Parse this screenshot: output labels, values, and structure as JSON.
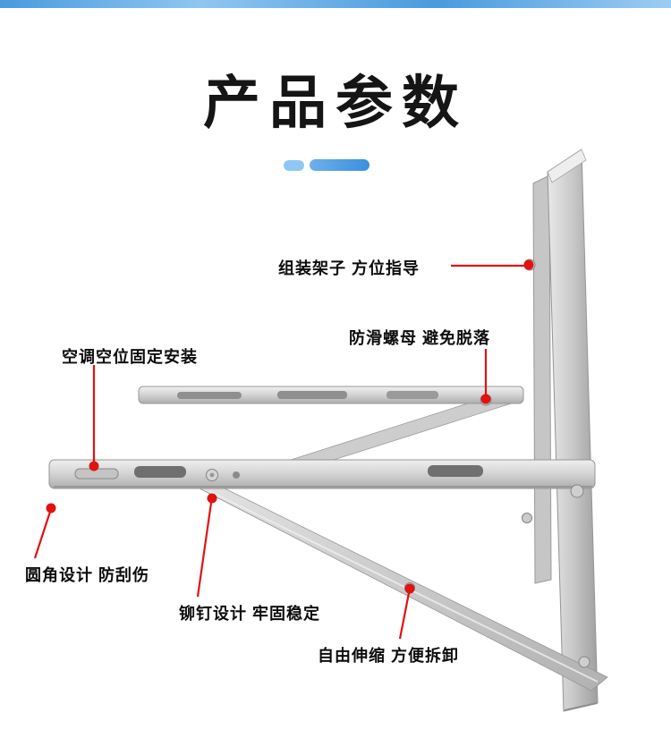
{
  "header": {
    "title": "产品参数"
  },
  "annotations": {
    "assembly": "组装架子 方位指导",
    "nut": "防滑螺母 避免脱落",
    "fixed_install": "空调空位固定安装",
    "rounded_corner": "圆角设计 防刮伤",
    "rivet": "铆钉设计 牢固稳定",
    "telescopic": "自由伸缩 方便拆卸"
  },
  "colors": {
    "accent_red": "#e01212",
    "top_bar_blue": "#4a9ade",
    "underline_blue": "#3b8fe0",
    "underline_light_blue": "#8ec8f2",
    "metal_light": "#ececec",
    "metal_mid": "#cfcfcf",
    "metal_dark": "#a8a8a8"
  }
}
